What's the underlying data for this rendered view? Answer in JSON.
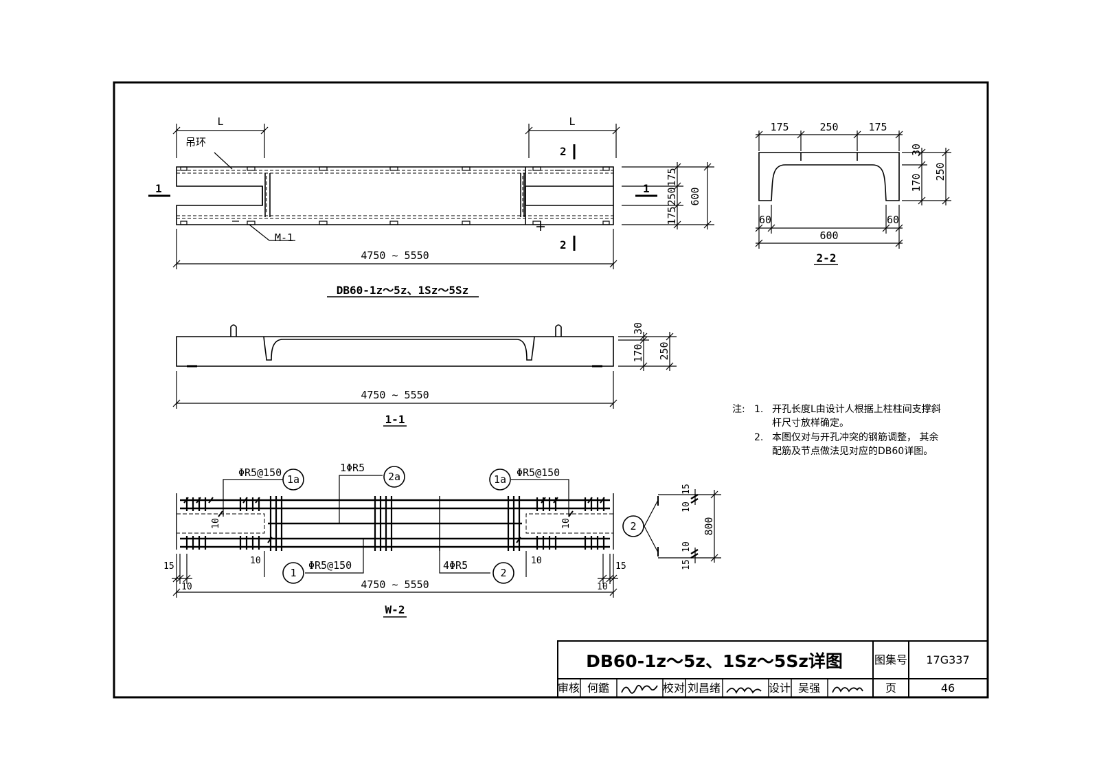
{
  "plan": {
    "L_left": "L",
    "L_right": "L",
    "lifting_ring": "吊环",
    "embed_plate": "M-1",
    "section_1_left": "1",
    "section_1_right": "1",
    "section_2_top": "2",
    "section_2_bottom": "2",
    "dim_175_top": "175",
    "dim_250": "250",
    "dim_175_bottom": "175",
    "dim_600": "600",
    "dim_length": "4750 ~ 5550",
    "caption": "DB60-1z～5z、1Sz～5Sz"
  },
  "section_2_2": {
    "dim_175_left": "175",
    "dim_250": "250",
    "dim_175_right": "175",
    "dim_30": "30",
    "dim_170": "170",
    "dim_250_total": "250",
    "dim_60_left": "60",
    "dim_60_right": "60",
    "dim_600": "600",
    "caption": "2-2"
  },
  "section_1_1": {
    "dim_30": "30",
    "dim_170": "170",
    "dim_250": "250",
    "dim_length": "4750 ~ 5550",
    "caption": "1-1"
  },
  "notes": {
    "prefix": "注:",
    "n1_num": "1.",
    "n1_line1": "开孔长度L由设计人根据上柱柱间支撑斜",
    "n1_line2": "杆尺寸放样确定。",
    "n2_num": "2.",
    "n2_line1": "本图仅对与开孔冲突的钢筋调整， 其余",
    "n2_line2": "配筋及节点做法见对应的DB60详图。"
  },
  "w2": {
    "rebar_1a_left": "ΦR5@150",
    "tag_1a_left": "1a",
    "rebar_2a": "1ΦR5",
    "tag_2a": "2a",
    "rebar_1a_right": "ΦR5@150",
    "tag_1a_right": "1a",
    "tag_1": "1",
    "rebar_1": "ΦR5@150",
    "rebar_2": "4ΦR5",
    "tag_2": "2",
    "tag_2_detail": "2",
    "dim_10_a": "10",
    "dim_10_b": "10",
    "dim_10_c": "10",
    "dim_10_d": "10",
    "dim_10_e": "10",
    "dim_10_f": "10",
    "dim_15_left": "15",
    "dim_15_right": "15",
    "dim_length": "4750 ~ 5550",
    "detail_15_top": "15",
    "detail_10_top": "10",
    "detail_800": "800",
    "detail_10_bottom": "10",
    "detail_15_bottom": "15",
    "caption": "W-2"
  },
  "title_block": {
    "title": "DB60-1z～5z、1Sz～5Sz详图",
    "atlas_label": "图集号",
    "atlas_number": "17G337",
    "review_label": "审核",
    "reviewer": "何鑑",
    "check_label": "校对",
    "checker": "刘昌绪",
    "design_label": "设计",
    "designer": "吴强",
    "page_label": "页",
    "page_number": "46"
  }
}
